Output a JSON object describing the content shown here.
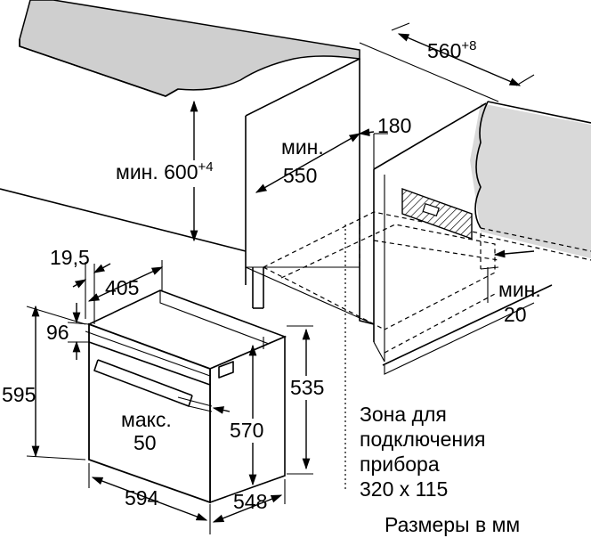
{
  "dimensions": {
    "niche_width": "560",
    "niche_width_tol": "+8",
    "niche_height_prefix": "мин. 600",
    "niche_height_tol": "+4",
    "niche_depth_l1": "мин.",
    "niche_depth_l2": "550",
    "rear_gap": "180",
    "side_gap_l1": "мин.",
    "side_gap_l2": "20",
    "frame_offset": "19,5",
    "top_depth": "405",
    "top_height": "96",
    "total_height": "595",
    "body_height": "535",
    "inner_height": "570",
    "max_l1": "макс.",
    "max_l2": "50",
    "total_width": "594",
    "total_depth": "548"
  },
  "connection_zone": {
    "line1": "Зона для",
    "line2": "подключения",
    "line3": "прибора",
    "line4": "320 x 115"
  },
  "units_note": "Размеры в мм"
}
